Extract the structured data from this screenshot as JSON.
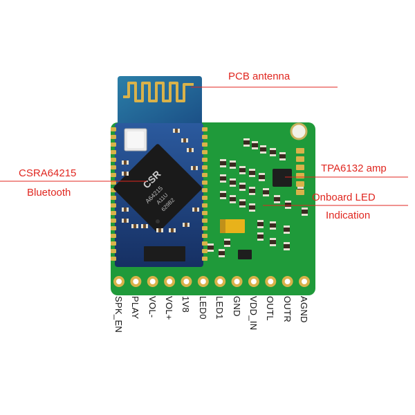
{
  "callouts": {
    "antenna": "PCB antenna",
    "chip_line1": "CSRA64215",
    "chip_line2": "Bluetooth",
    "amp": "TPA6132 amp",
    "led_line1": "Onboard LED",
    "led_line2": "Indication"
  },
  "chip_marking": {
    "brand": "CSR",
    "part": "A64215",
    "code": "A11U",
    "lot": "629B2"
  },
  "pins": [
    "SPK_EN",
    "PLAY",
    "VOL-",
    "VOL+",
    "1V8",
    "LED0",
    "LED1",
    "GND",
    "VDD_IN",
    "OUTL",
    "OUTR",
    "AGND"
  ],
  "colors": {
    "pcb_green": "#1f9a3a",
    "module_blue": "#1d3f7a",
    "callout_red": "#e0261f",
    "gold": "#d9b24a"
  }
}
